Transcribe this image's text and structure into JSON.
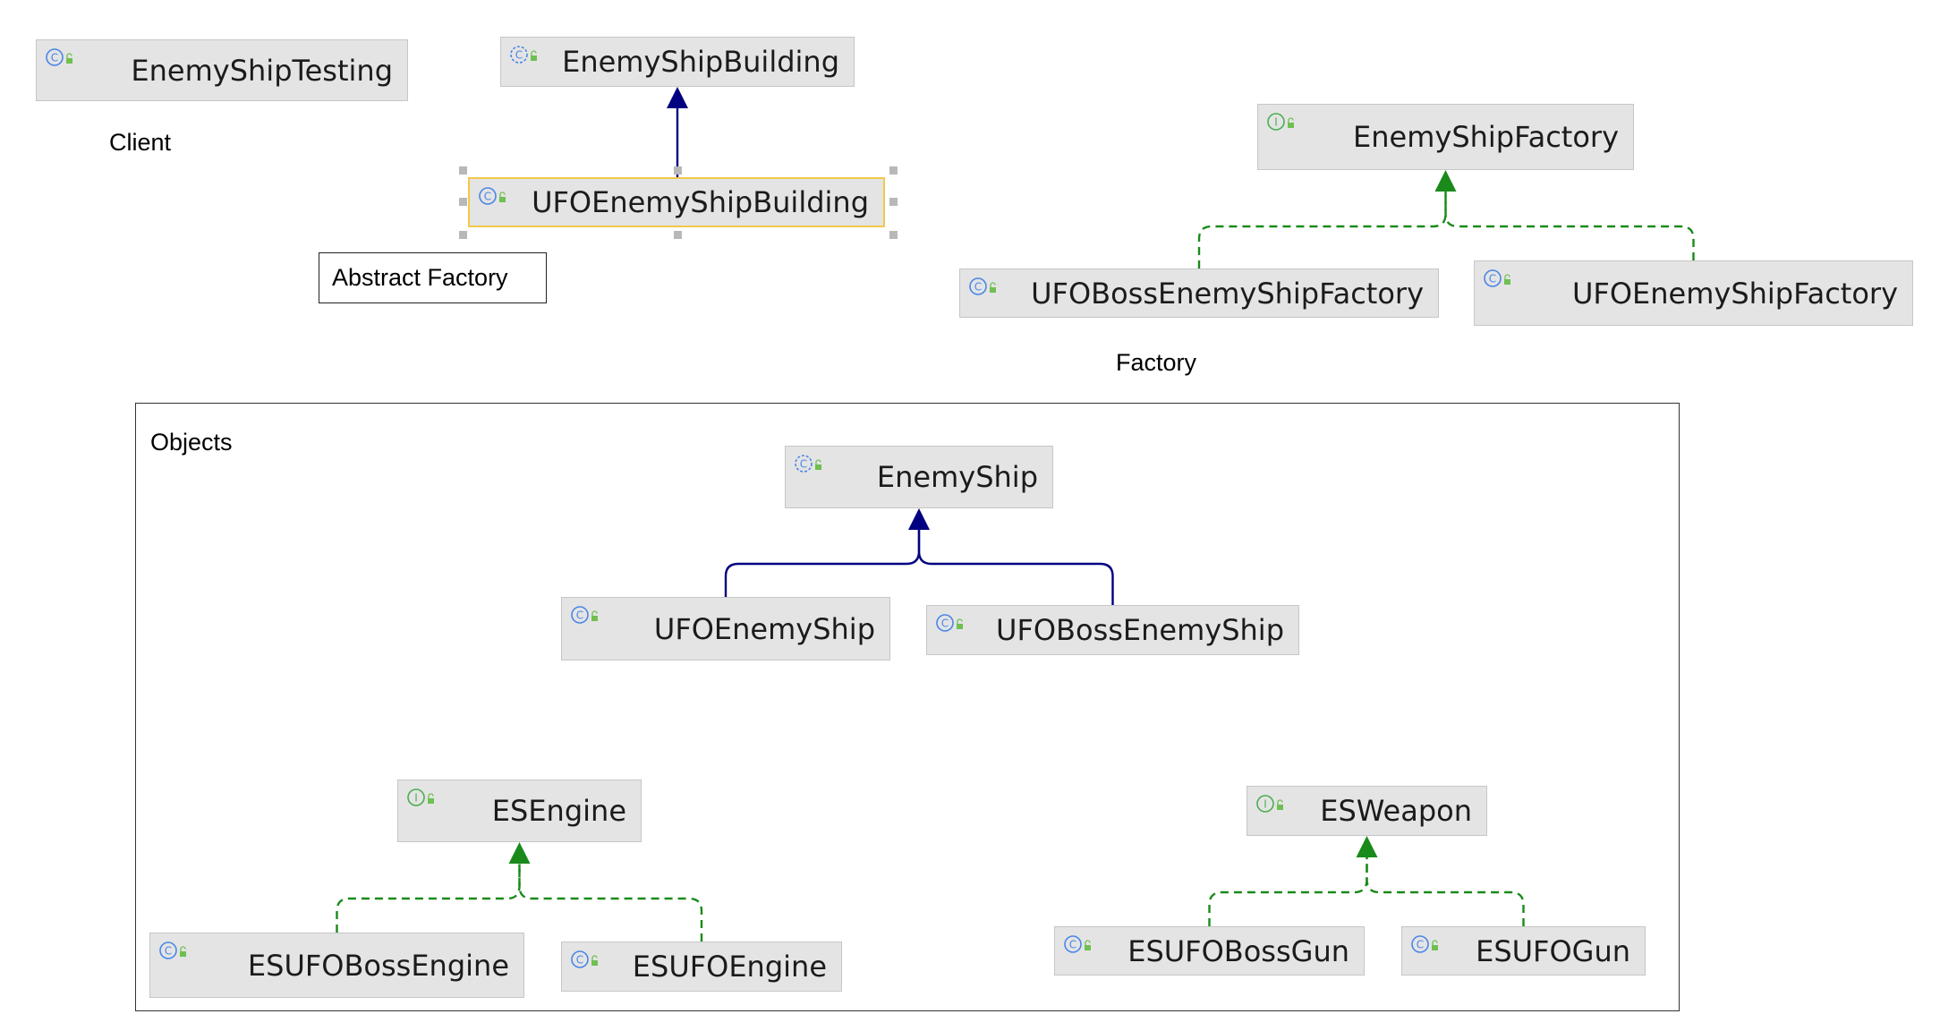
{
  "diagram": {
    "notes": {
      "client": "Client",
      "factory": "Factory",
      "abstract_factory": "Abstract Factory"
    },
    "group": {
      "label": "Objects"
    },
    "colors": {
      "class_icon": "#4a86e8",
      "interface_icon": "#4caf50",
      "access_icon": "#6fbf52",
      "extends_edge": "#000080",
      "implements_edge": "#1a8a1a",
      "node_fill": "#e4e4e4",
      "selection": "#f2c94c"
    },
    "nodes": [
      {
        "id": "EnemyShipTesting",
        "label": "EnemyShipTesting",
        "kind": "class"
      },
      {
        "id": "EnemyShipBuilding",
        "label": "EnemyShipBuilding",
        "kind": "abstract-class"
      },
      {
        "id": "UFOEnemyShipBuilding",
        "label": "UFOEnemyShipBuilding",
        "kind": "class",
        "selected": true
      },
      {
        "id": "EnemyShipFactory",
        "label": "EnemyShipFactory",
        "kind": "interface"
      },
      {
        "id": "UFOBossEnemyShipFactory",
        "label": "UFOBossEnemyShipFactory",
        "kind": "class"
      },
      {
        "id": "UFOEnemyShipFactory",
        "label": "UFOEnemyShipFactory",
        "kind": "class"
      },
      {
        "id": "EnemyShip",
        "label": "EnemyShip",
        "kind": "abstract-class"
      },
      {
        "id": "UFOEnemyShip",
        "label": "UFOEnemyShip",
        "kind": "class"
      },
      {
        "id": "UFOBossEnemyShip",
        "label": "UFOBossEnemyShip",
        "kind": "class"
      },
      {
        "id": "ESEngine",
        "label": "ESEngine",
        "kind": "interface"
      },
      {
        "id": "ESUFOBossEngine",
        "label": "ESUFOBossEngine",
        "kind": "class"
      },
      {
        "id": "ESUFOEngine",
        "label": "ESUFOEngine",
        "kind": "class"
      },
      {
        "id": "ESWeapon",
        "label": "ESWeapon",
        "kind": "interface"
      },
      {
        "id": "ESUFOBossGun",
        "label": "ESUFOBossGun",
        "kind": "class"
      },
      {
        "id": "ESUFOGun",
        "label": "ESUFOGun",
        "kind": "class"
      }
    ],
    "edges": [
      {
        "from": "UFOEnemyShipBuilding",
        "to": "EnemyShipBuilding",
        "type": "extends"
      },
      {
        "from": "UFOBossEnemyShipFactory",
        "to": "EnemyShipFactory",
        "type": "implements"
      },
      {
        "from": "UFOEnemyShipFactory",
        "to": "EnemyShipFactory",
        "type": "implements"
      },
      {
        "from": "UFOEnemyShip",
        "to": "EnemyShip",
        "type": "extends"
      },
      {
        "from": "UFOBossEnemyShip",
        "to": "EnemyShip",
        "type": "extends"
      },
      {
        "from": "ESUFOBossEngine",
        "to": "ESEngine",
        "type": "implements"
      },
      {
        "from": "ESUFOEngine",
        "to": "ESEngine",
        "type": "implements"
      },
      {
        "from": "ESUFOBossGun",
        "to": "ESWeapon",
        "type": "implements"
      },
      {
        "from": "ESUFOGun",
        "to": "ESWeapon",
        "type": "implements"
      }
    ]
  }
}
